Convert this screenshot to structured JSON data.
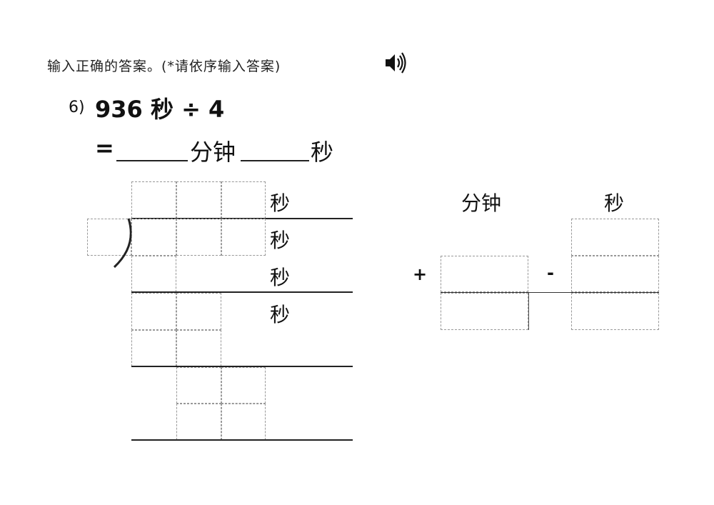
{
  "instruction": "输入正确的答案。(*请依序输入答案)",
  "question": {
    "number": "6)",
    "expression": "936 秒 ÷ 4",
    "equals": "=",
    "unit_minutes": "分钟",
    "unit_seconds": "秒"
  },
  "division": {
    "row_units": [
      "秒",
      "秒",
      "秒",
      "秒"
    ]
  },
  "conversion": {
    "header_minutes": "分钟",
    "header_seconds": "秒",
    "plus": "+",
    "minus": "-"
  },
  "icons": {
    "audio": "speaker-icon"
  }
}
